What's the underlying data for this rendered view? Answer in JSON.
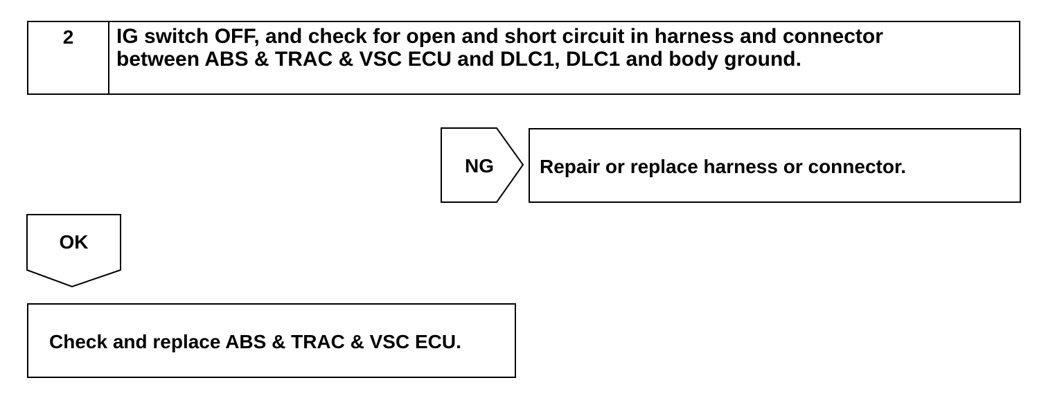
{
  "step": {
    "number": "2",
    "text": "IG switch OFF, and check for open and short circuit in harness and connector\nbetween ABS & TRAC & VSC ECU and DLC1, DLC1 and body ground."
  },
  "ng_branch": {
    "label": "NG",
    "action": "Repair or replace harness or connector."
  },
  "ok_branch": {
    "label": "OK",
    "action": "Check and replace ABS & TRAC & VSC ECU."
  }
}
